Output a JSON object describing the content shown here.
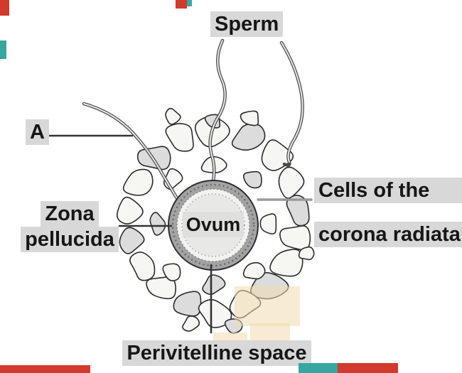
{
  "labels": {
    "sperm": "Sperm",
    "a": "A",
    "zona_line1": "Zona",
    "zona_line2": "pellucida",
    "cells_line1": "Cells of the",
    "cells_line2": "corona radiata",
    "ovum": "Ovum",
    "perivitelline": "Perivitelline space"
  },
  "colors": {
    "label_bg": "#d8d8d8",
    "ring_gray": "#a3a3a3",
    "cell_fill": "#f6f6f3",
    "cell_shaded": "#dcdcdc",
    "highlight_tan": "#f0dbae",
    "artifact_red": "#d23a2e",
    "artifact_teal": "#35a7a0"
  }
}
